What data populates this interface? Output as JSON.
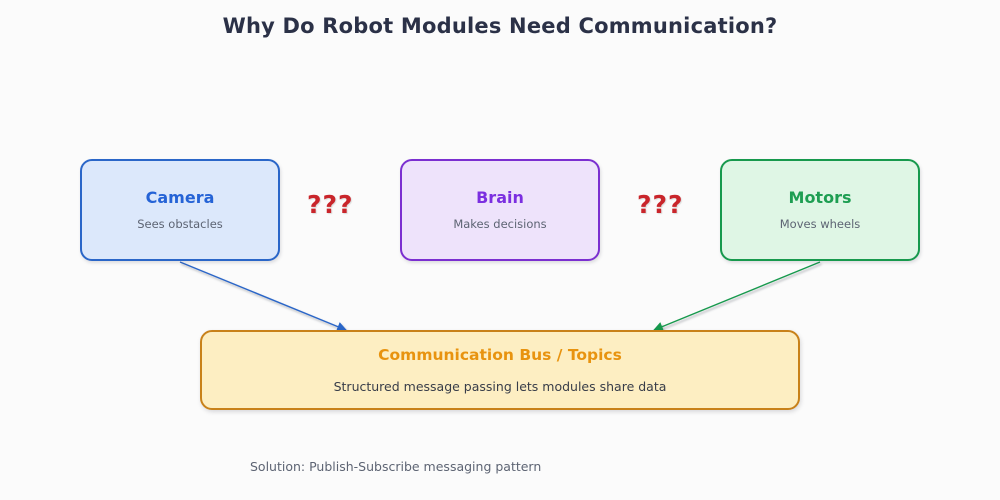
{
  "title": "Why Do Robot Modules Need Communication?",
  "background_color": "#fbfbfb",
  "modules": [
    {
      "id": "camera",
      "title": "Camera",
      "subtitle": "Sees obstacles",
      "fill_color": "#dce8fb",
      "border_color": "#2a66c8",
      "title_color": "#2563d6"
    },
    {
      "id": "brain",
      "title": "Brain",
      "subtitle": "Makes decisions",
      "fill_color": "#eee3fb",
      "border_color": "#7b2fd0",
      "title_color": "#7b2fe0"
    },
    {
      "id": "motors",
      "title": "Motors",
      "subtitle": "Moves wheels",
      "fill_color": "#dff6e5",
      "border_color": "#17994d",
      "title_color": "#1e9e52"
    }
  ],
  "question_marks": [
    {
      "id": "gap-camera-brain",
      "label": "???",
      "color": "#c9252b"
    },
    {
      "id": "gap-brain-motors",
      "label": "???",
      "color": "#c9252b"
    }
  ],
  "bus": {
    "title": "Communication Bus / Topics",
    "subtitle": "Structured message passing lets modules share data",
    "fill_color": "#fdeec2",
    "border_color": "#c8811a",
    "title_color": "#e8930f"
  },
  "connectors": [
    {
      "id": "camera-to-bus",
      "from": "camera",
      "to": "bus",
      "color": "#2a66c8"
    },
    {
      "id": "brain-to-bus",
      "from": "brain",
      "to": "bus",
      "color": "#7b2fd0"
    },
    {
      "id": "motors-to-bus",
      "from": "motors",
      "to": "bus",
      "color": "#17994d"
    }
  ],
  "footer": "Solution: Publish-Subscribe messaging pattern"
}
